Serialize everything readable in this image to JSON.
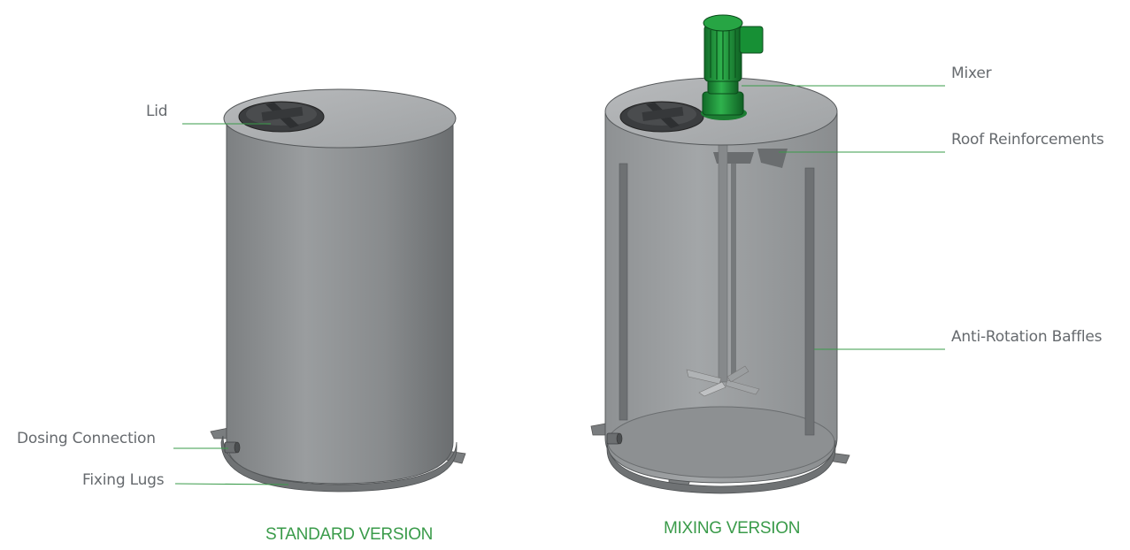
{
  "standard": {
    "caption": "STANDARD VERSION",
    "labels": {
      "lid": "Lid",
      "dosing_connection": "Dosing Connection",
      "fixing_lugs": "Fixing Lugs"
    }
  },
  "mixing": {
    "caption": "MIXING VERSION",
    "labels": {
      "mixer": "Mixer",
      "roof_reinforcements": "Roof Reinforcements",
      "anti_rotation_baffles": "Anti-Rotation Baffles"
    }
  },
  "colors": {
    "accent_green": "#3a9b4a",
    "leader_line": "#3a9b4a",
    "label_gray": "#666a6e",
    "tank_gray": "#8a8d8f",
    "motor_green": "#1f9a3c"
  }
}
